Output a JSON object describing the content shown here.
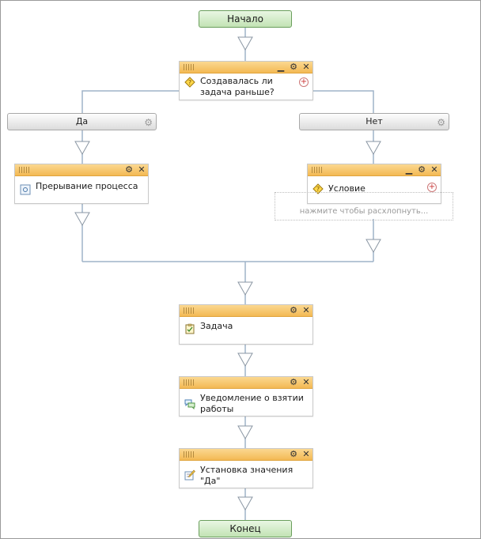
{
  "start": {
    "label": "Начало"
  },
  "end": {
    "label": "Конец"
  },
  "decision1": {
    "label": "Создавалась ли задача раньше?"
  },
  "branches": {
    "yes": "Да",
    "no": "Нет"
  },
  "interrupt": {
    "label": "Прерывание процесса"
  },
  "condition": {
    "label": "Условие",
    "collapsed_hint": "нажмите чтобы расхлопнуть..."
  },
  "task": {
    "label": "Задача"
  },
  "notify": {
    "label": "Уведомление о взятии работы"
  },
  "setvalue": {
    "label": "Установка значения \"Да\""
  },
  "colors": {
    "header": "#f3b954",
    "terminal": "#c2e3b4",
    "connector": "#9fb3c8"
  }
}
